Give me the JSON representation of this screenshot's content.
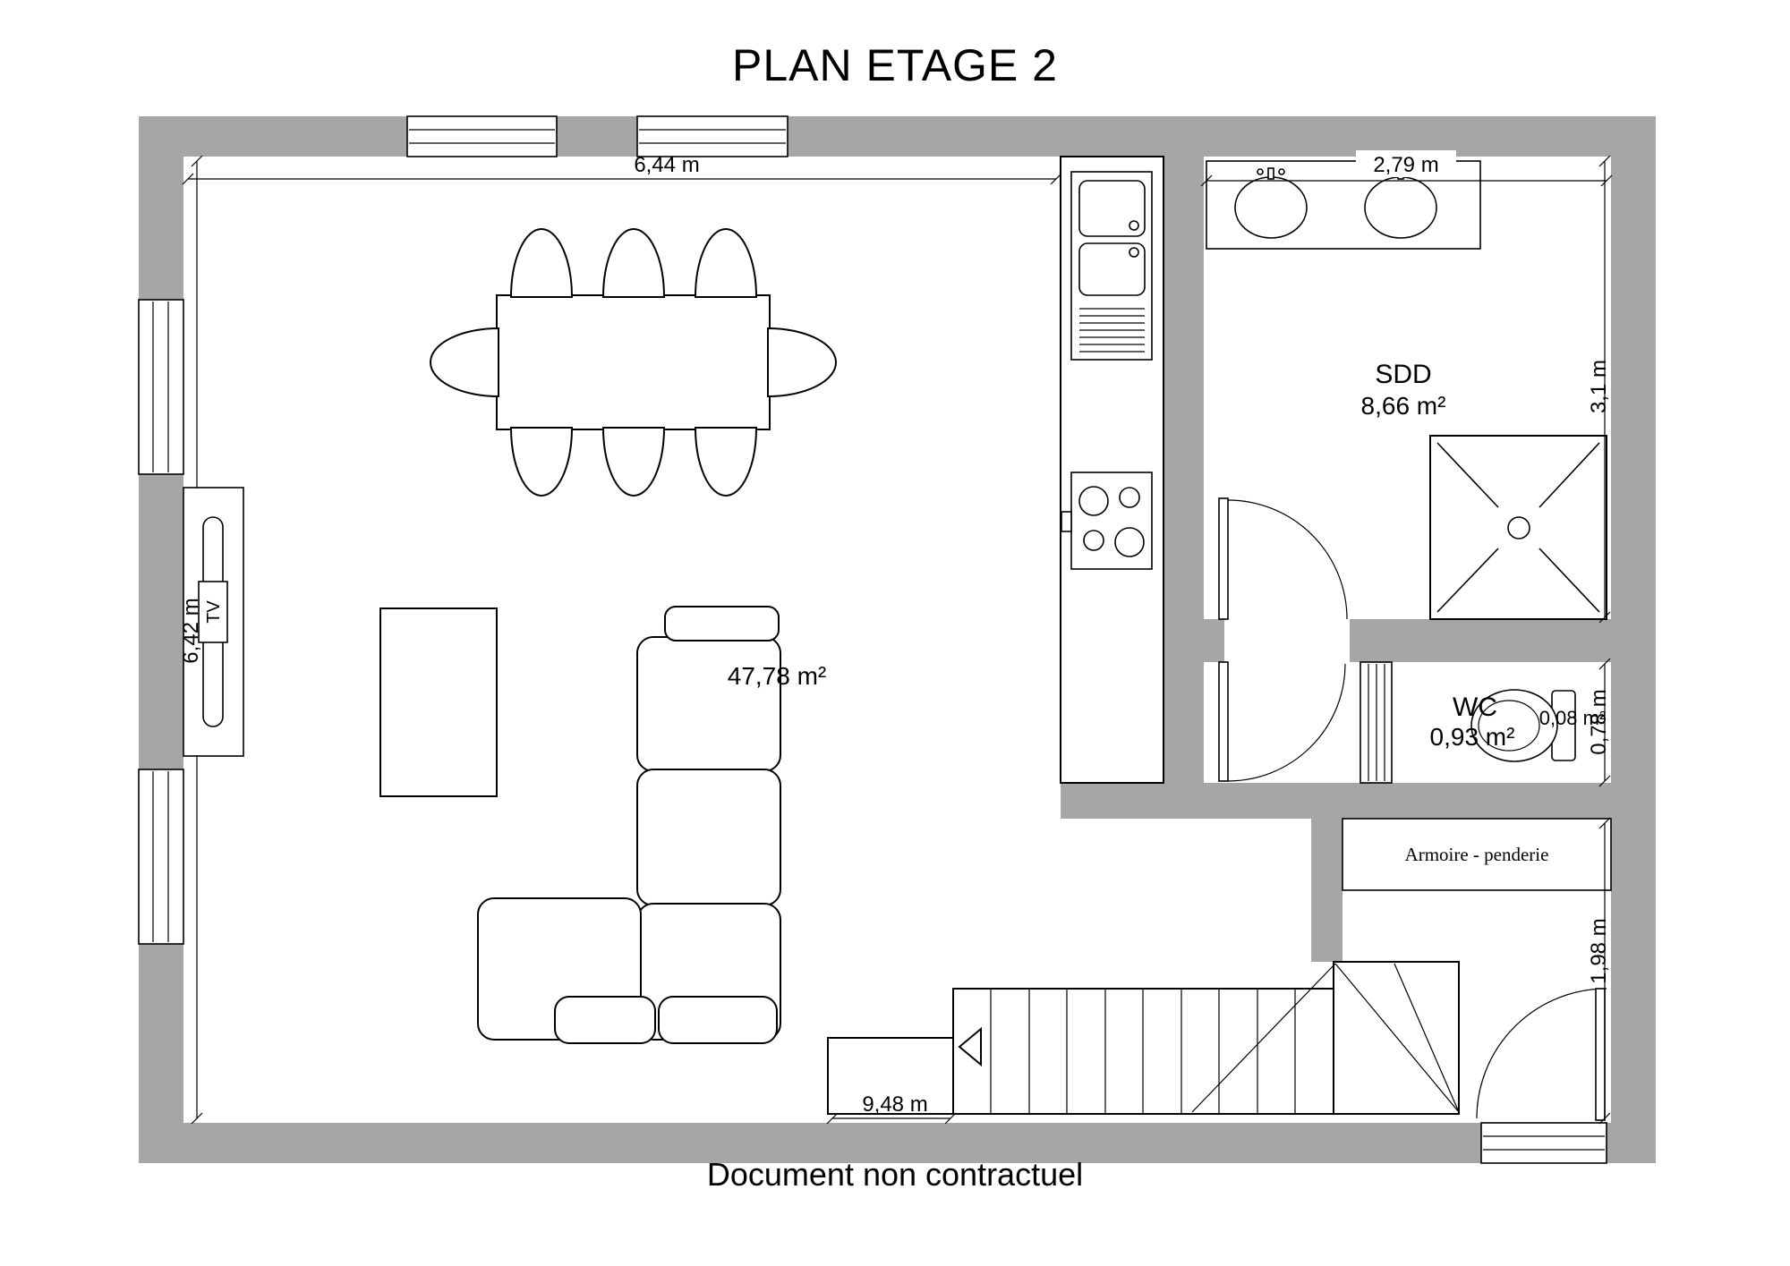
{
  "title": "PLAN ETAGE 2",
  "footer": "Document non contractuel",
  "colors": {
    "wall": "#a6a6a6",
    "line": "#000000"
  },
  "dimensions": {
    "living_width": "6,44 m",
    "living_height": "6,42 m",
    "sdd_width": "2,79 m",
    "sdd_height": "3,1 m",
    "wc_height": "0,78 m",
    "entry_height": "1,98 m",
    "total_width": "9,48 m"
  },
  "labels": {
    "living_area": "47,78 m²",
    "sdd_name": "SDD",
    "sdd_area": "8,66 m²",
    "wc_name": "WC",
    "wc_area": "0,93 m²",
    "niche_area": "0,08 m²",
    "closet": "Armoire - penderie",
    "tv": "TV"
  }
}
